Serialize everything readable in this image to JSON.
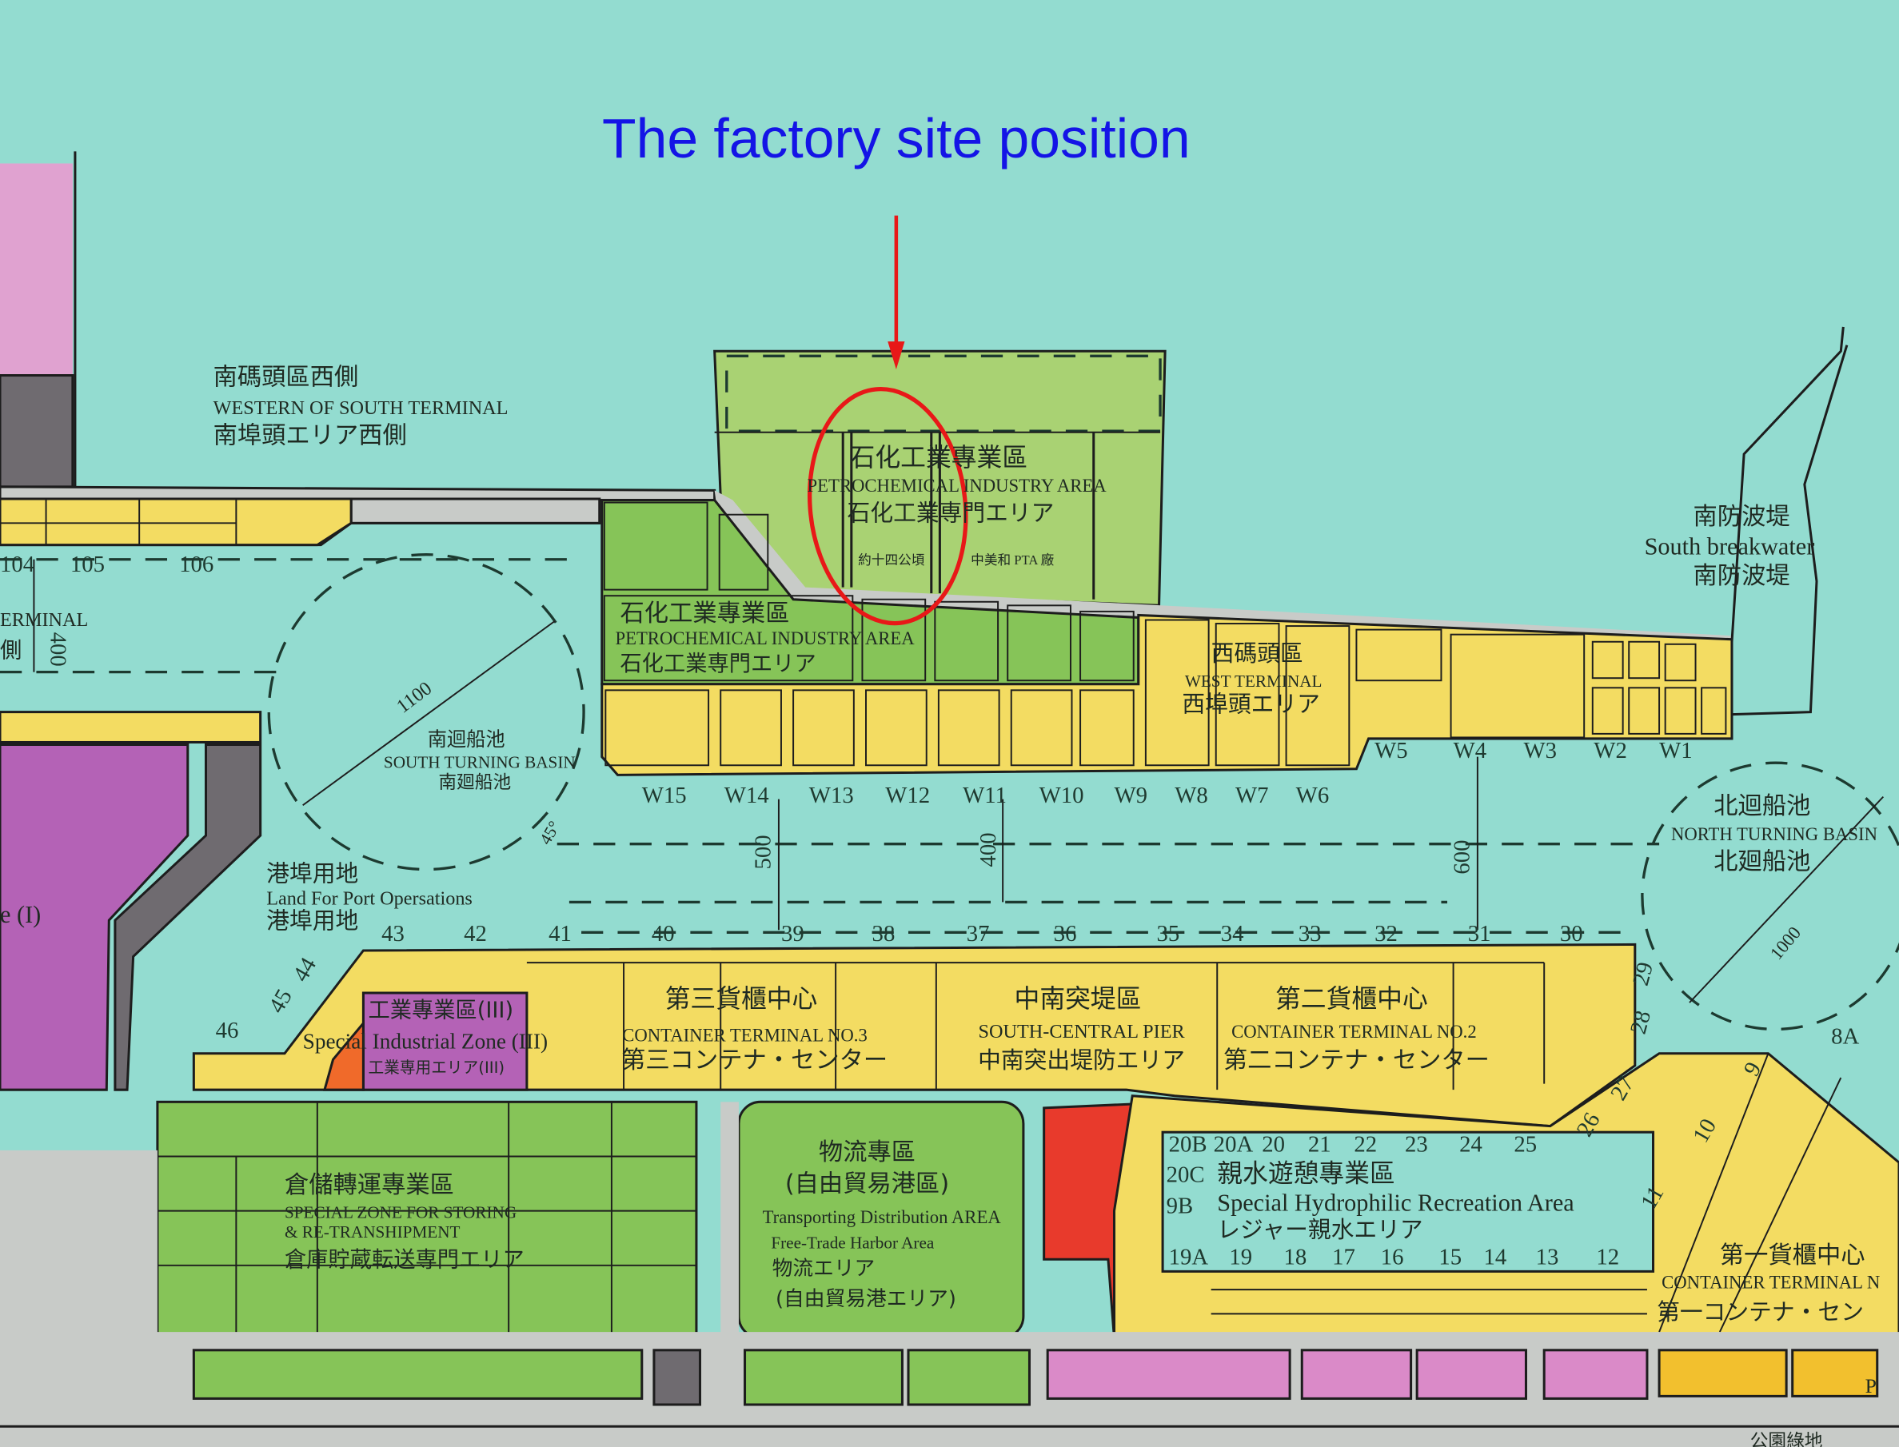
{
  "title": "The factory site position",
  "colors": {
    "sea": "#93dcd0",
    "yellow": "#f3dc62",
    "green_light": "#a9d273",
    "green": "#86c458",
    "purple": "#b462b6",
    "pink": "#da8ac8",
    "red": "#e83a2c",
    "road": "#c8cbc8",
    "marker": "#e81818",
    "title": "#1414e6"
  },
  "marker": {
    "icon": "down-arrow-icon",
    "highlight": "ellipse"
  },
  "zones": {
    "south_west": {
      "zh": "南碼頭區西側",
      "en": "WESTERN OF SOUTH TERMINAL",
      "ja": "南埠頭エリア西側"
    },
    "petro_upper": {
      "zh": "石化工業專業區",
      "en": "PETROCHEMICAL INDUSTRY AREA",
      "ja": "石化工業専門エリア",
      "note1": "約十四公頃",
      "note2": "中美和 PTA 廠"
    },
    "petro_lower": {
      "zh": "石化工業專業區",
      "en": "PETROCHEMICAL INDUSTRY AREA",
      "ja": "石化工業専門エリア"
    },
    "west_terminal": {
      "zh": "西碼頭區",
      "en": "WEST TERMINAL",
      "ja": "西埠頭エリア"
    },
    "breakwater": {
      "zh": "南防波堤",
      "en": "South breakwater",
      "ja": "南防波堤"
    },
    "south_basin": {
      "zh": "南迴船池",
      "en": "SOUTH TURNING BASIN",
      "ja": "南廻船池",
      "dia": "1100",
      "angle": "45°"
    },
    "north_basin": {
      "zh": "北迴船池",
      "en": "NORTH TURNING BASIN",
      "ja": "北廻船池",
      "dia": "1000"
    },
    "port_land": {
      "zh": "港埠用地",
      "en": "Land For Port Opersations",
      "ja": "港埠用地"
    },
    "sp_industrial": {
      "zh": "工業專業區(III)",
      "en": "Special Industrial Zone (III)",
      "ja": "工業専用エリア(III)"
    },
    "ct3": {
      "zh": "第三貨櫃中心",
      "en": "CONTAINER TERMINAL NO.3",
      "ja": "第三コンテナ・センター"
    },
    "south_central": {
      "zh": "中南突堤區",
      "en": "SOUTH-CENTRAL PIER",
      "ja": "中南突出堤防エリア"
    },
    "ct2": {
      "zh": "第二貨櫃中心",
      "en": "CONTAINER TERMINAL NO.2",
      "ja": "第二コンテナ・センター"
    },
    "ct1": {
      "zh": "第一貨櫃中心",
      "en": "CONTAINER TERMINAL N",
      "ja": "第一コンテナ・セン"
    },
    "storage": {
      "zh": "倉儲轉運專業區",
      "en1": "SPECIAL ZONE FOR STORING",
      "en2": "& RE-TRANSHIPMENT",
      "ja": "倉庫貯蔵転送専門エリア"
    },
    "logistics": {
      "zh1": "物流專區",
      "zh2": "(自由貿易港區)",
      "en1": "Transporting Distribution AREA",
      "en2": "Free-Trade Harbor Area",
      "ja1": "物流エリア",
      "ja2": "(自由貿易港エリア)"
    },
    "recreation": {
      "zh": "親水遊憩專業區",
      "en": "Special Hydrophilic Recreation Area",
      "ja": "レジャー親水エリア"
    },
    "partial": {
      "terminal": "ERMINAL",
      "side": "側",
      "zone1": "e (I)",
      "park": "公園綠地",
      "p": "P"
    }
  },
  "berths_west": [
    "W15",
    "W14",
    "W13",
    "W12",
    "W11",
    "W10",
    "W9",
    "W8",
    "W7",
    "W6"
  ],
  "berths_west_small": [
    "W5",
    "W4",
    "W3",
    "W2",
    "W1"
  ],
  "berths_south": [
    "43",
    "42",
    "41",
    "40",
    "39",
    "38",
    "37",
    "36",
    "35",
    "34",
    "33",
    "32",
    "31",
    "30"
  ],
  "berths_side": [
    "46",
    "45",
    "44",
    "29",
    "28",
    "27",
    "26"
  ],
  "berths_sw": [
    "104",
    "105",
    "106"
  ],
  "berths_rec_top": [
    "20B",
    "20A",
    "20",
    "21",
    "22",
    "23",
    "24",
    "25"
  ],
  "berths_rec_bottom": [
    "19A",
    "19",
    "18",
    "17",
    "16",
    "15",
    "14",
    "13",
    "12"
  ],
  "berths_rec_side": [
    "20C",
    "9B"
  ],
  "berths_east": [
    "8A",
    "9",
    "10",
    "11"
  ],
  "distances": {
    "d500": "500",
    "d400": "400",
    "d600": "600",
    "d_left": "400"
  }
}
